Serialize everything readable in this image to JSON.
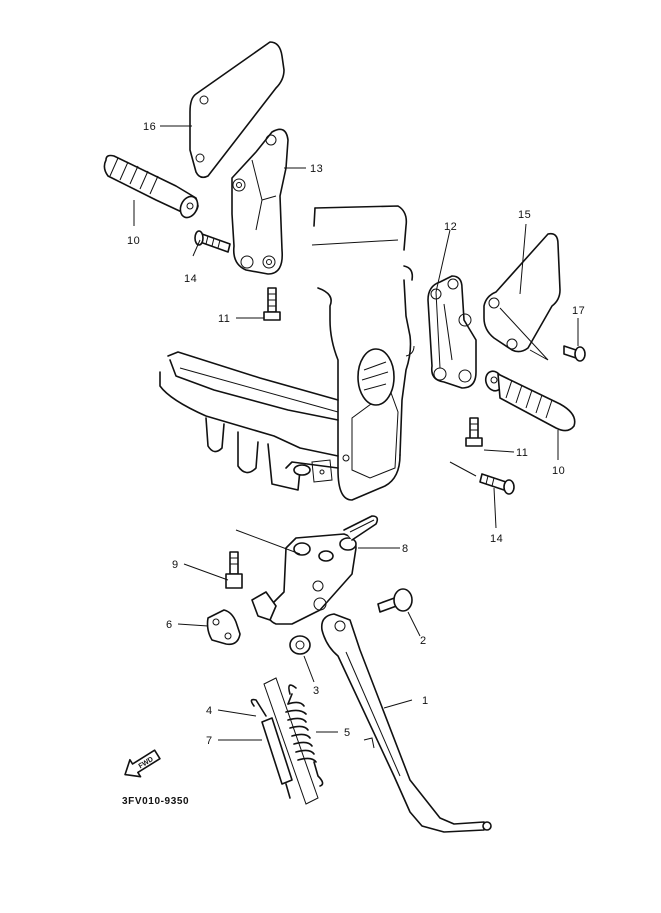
{
  "diagram": {
    "code": "3FV010-9350",
    "fwd_label": "FWD",
    "callouts": {
      "c16": "16",
      "c13": "13",
      "c10a": "10",
      "c14a": "14",
      "c11a": "11",
      "c12": "12",
      "c15": "15",
      "c17": "17",
      "c11b": "11",
      "c10b": "10",
      "c14b": "14",
      "c9": "9",
      "c8": "8",
      "c6": "6",
      "c2": "2",
      "c3": "3",
      "c4": "4",
      "c1": "1",
      "c5": "5",
      "c7": "7"
    }
  }
}
